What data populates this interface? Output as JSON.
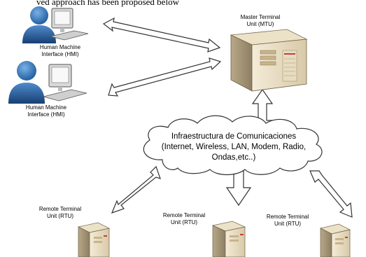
{
  "caption_top": "ved approach has been proposed below",
  "nodes": {
    "hmi_1": {
      "line1": "Human Machine",
      "line2": "Interface (HMI)"
    },
    "hmi_2": {
      "line1": "Human Machine",
      "line2": "Interface (HMI)"
    },
    "mtu": {
      "line1": "Master Terminal",
      "line2": "Unit (MTU)"
    },
    "cloud": {
      "line1": "Infraestructura de Comunicaciones",
      "line2": "(Internet, Wireless, LAN, Modem, Radio,",
      "line3": "Ondas,etc..)"
    },
    "rtu_1": {
      "line1": "Remote Terminal",
      "line2": "Unit (RTU)"
    },
    "rtu_2": {
      "line1": "Remote Terminal",
      "line2": "Unit (RTU)"
    },
    "rtu_3": {
      "line1": "Remote Terminal",
      "line2": "Unit (RTU)"
    }
  }
}
